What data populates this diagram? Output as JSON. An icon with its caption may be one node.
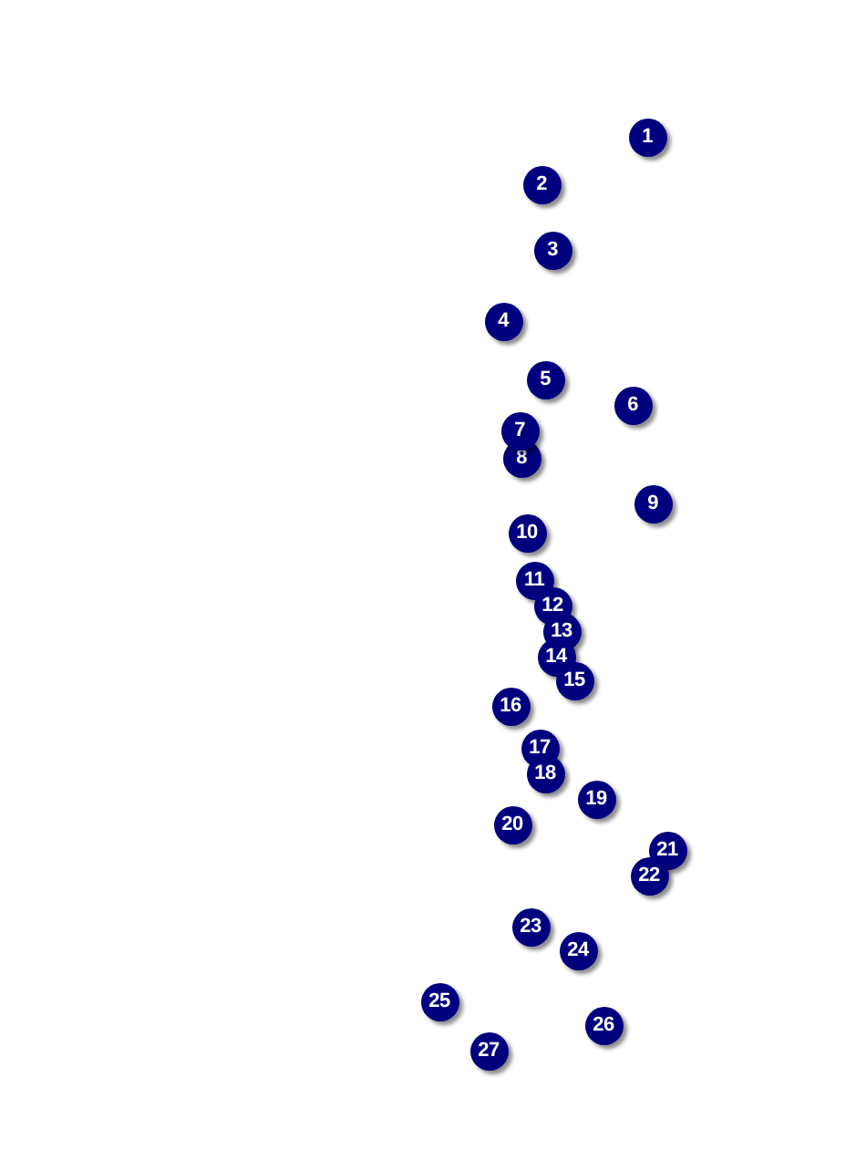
{
  "diagram": {
    "labels": [
      "1",
      "2",
      "3",
      "4",
      "5",
      "6",
      "7",
      "8",
      "9",
      "10",
      "11",
      "12",
      "13",
      "14",
      "15",
      "16",
      "17",
      "18",
      "19",
      "20",
      "21",
      "22",
      "23",
      "24",
      "25",
      "26",
      "27"
    ]
  }
}
